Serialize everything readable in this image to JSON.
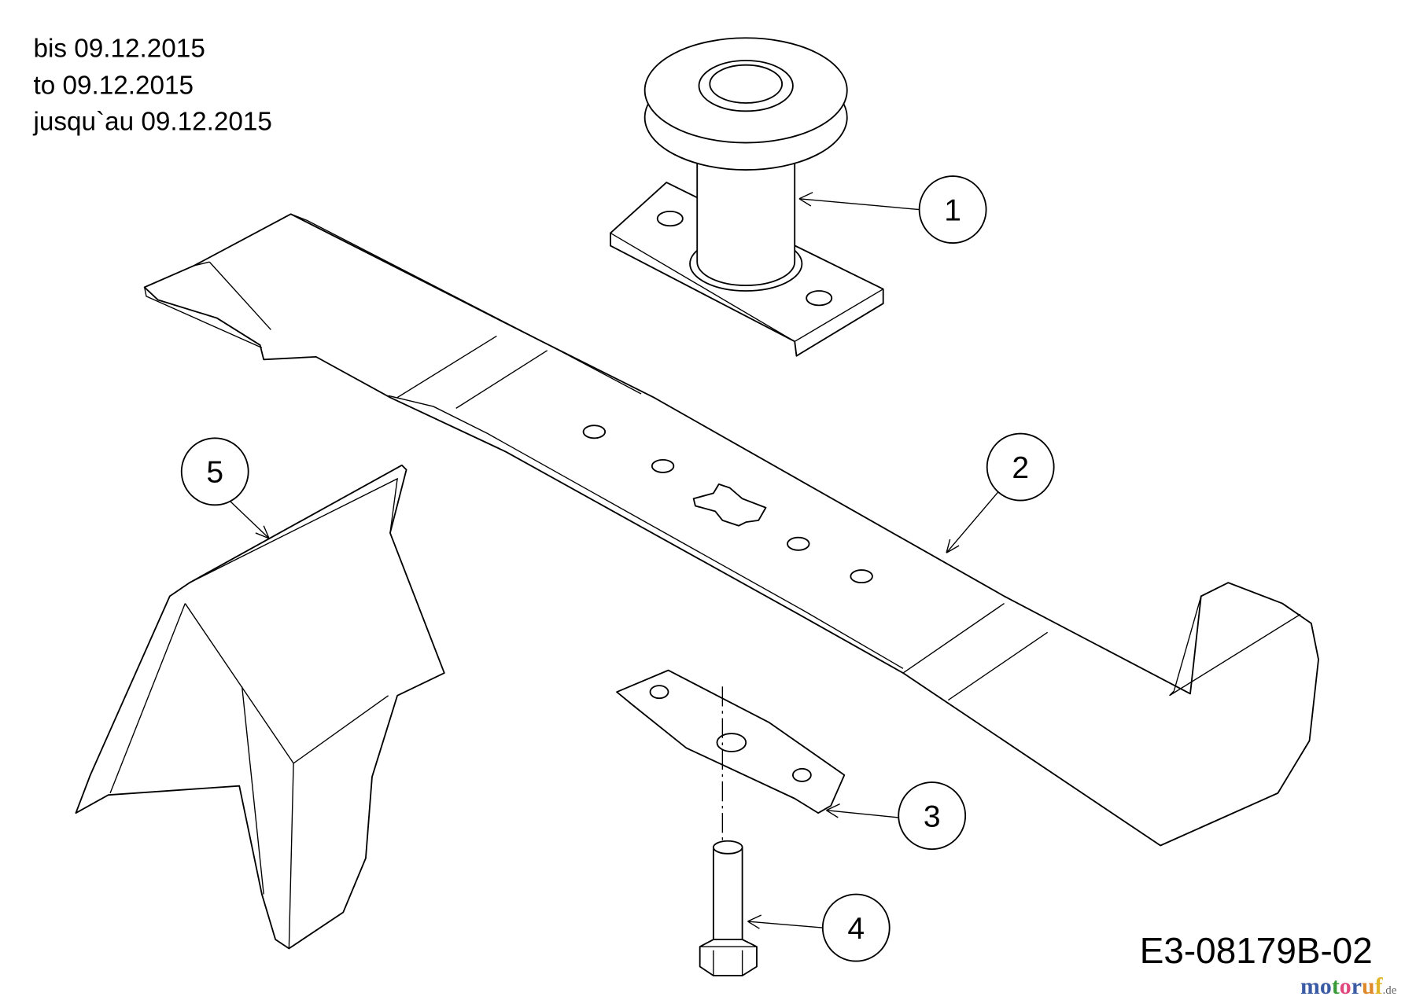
{
  "validity_note": [
    "bis 09.12.2015",
    "to 09.12.2015",
    "jusqu`au 09.12.2015"
  ],
  "callouts": [
    {
      "number": "1",
      "part": "pulley"
    },
    {
      "number": "2",
      "part": "blade"
    },
    {
      "number": "3",
      "part": "blade-adapter-plate"
    },
    {
      "number": "4",
      "part": "bolt"
    },
    {
      "number": "5",
      "part": "deflector"
    }
  ],
  "drawing_code": "E3-08179B-02",
  "watermark": {
    "text": "motoruf",
    "suffix": ".de",
    "colors": [
      "#3b5ba5",
      "#3b5ba5",
      "#3a9a3a",
      "#e0457b",
      "#3b5ba5",
      "#e0892a",
      "#e0b52a"
    ]
  }
}
